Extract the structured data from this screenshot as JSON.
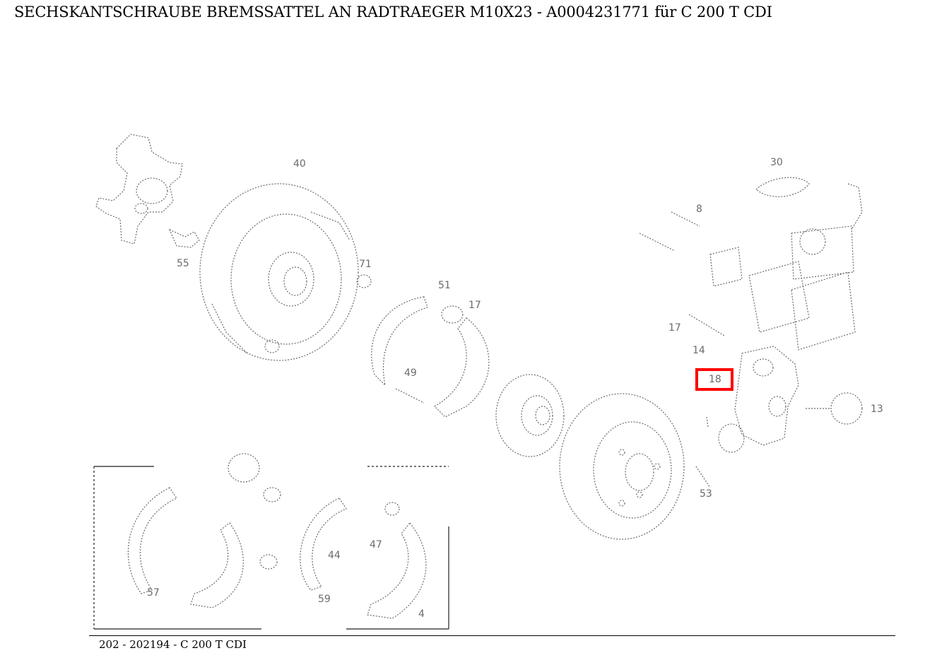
{
  "header": {
    "title": "SECHSKANTSCHRAUBE BREMSSATTEL AN RADTRAEGER M10X23 - A0004231771 für C 200 T CDI"
  },
  "diagram": {
    "highlight_color": "#ff0000",
    "line_color": "#6b6b6b",
    "callouts": [
      "40",
      "71",
      "51",
      "17",
      "49",
      "55",
      "30",
      "8",
      "14",
      "17",
      "18",
      "13",
      "53",
      "57",
      "44",
      "47",
      "59",
      "4"
    ]
  },
  "footer": {
    "label": "202 - 202194 - C 200 T CDI"
  }
}
